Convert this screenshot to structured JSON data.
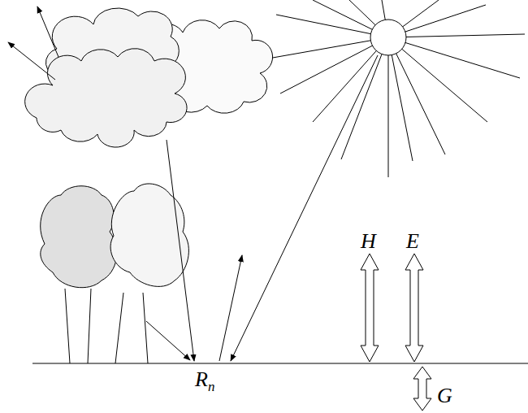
{
  "diagram": {
    "labels": [
      "H",
      "E",
      "Rn",
      "G"
    ]
  }
}
